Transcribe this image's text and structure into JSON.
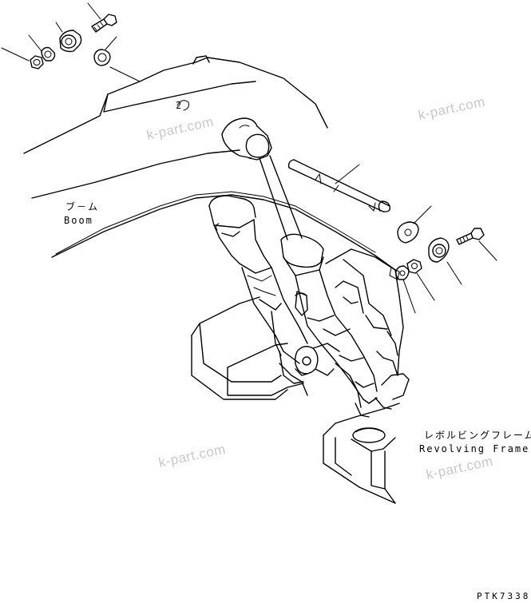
{
  "labels": {
    "boom_jp": "ブ－ム",
    "boom_en": "Boom",
    "frame_jp": "レボルビングフレーム",
    "frame_en": "Revolving Frame",
    "part_code": "PTK7338",
    "callout_2": "2"
  },
  "watermarks": [
    "k-part.com",
    "k-part.com",
    "k-part.com",
    "k-part.com"
  ]
}
